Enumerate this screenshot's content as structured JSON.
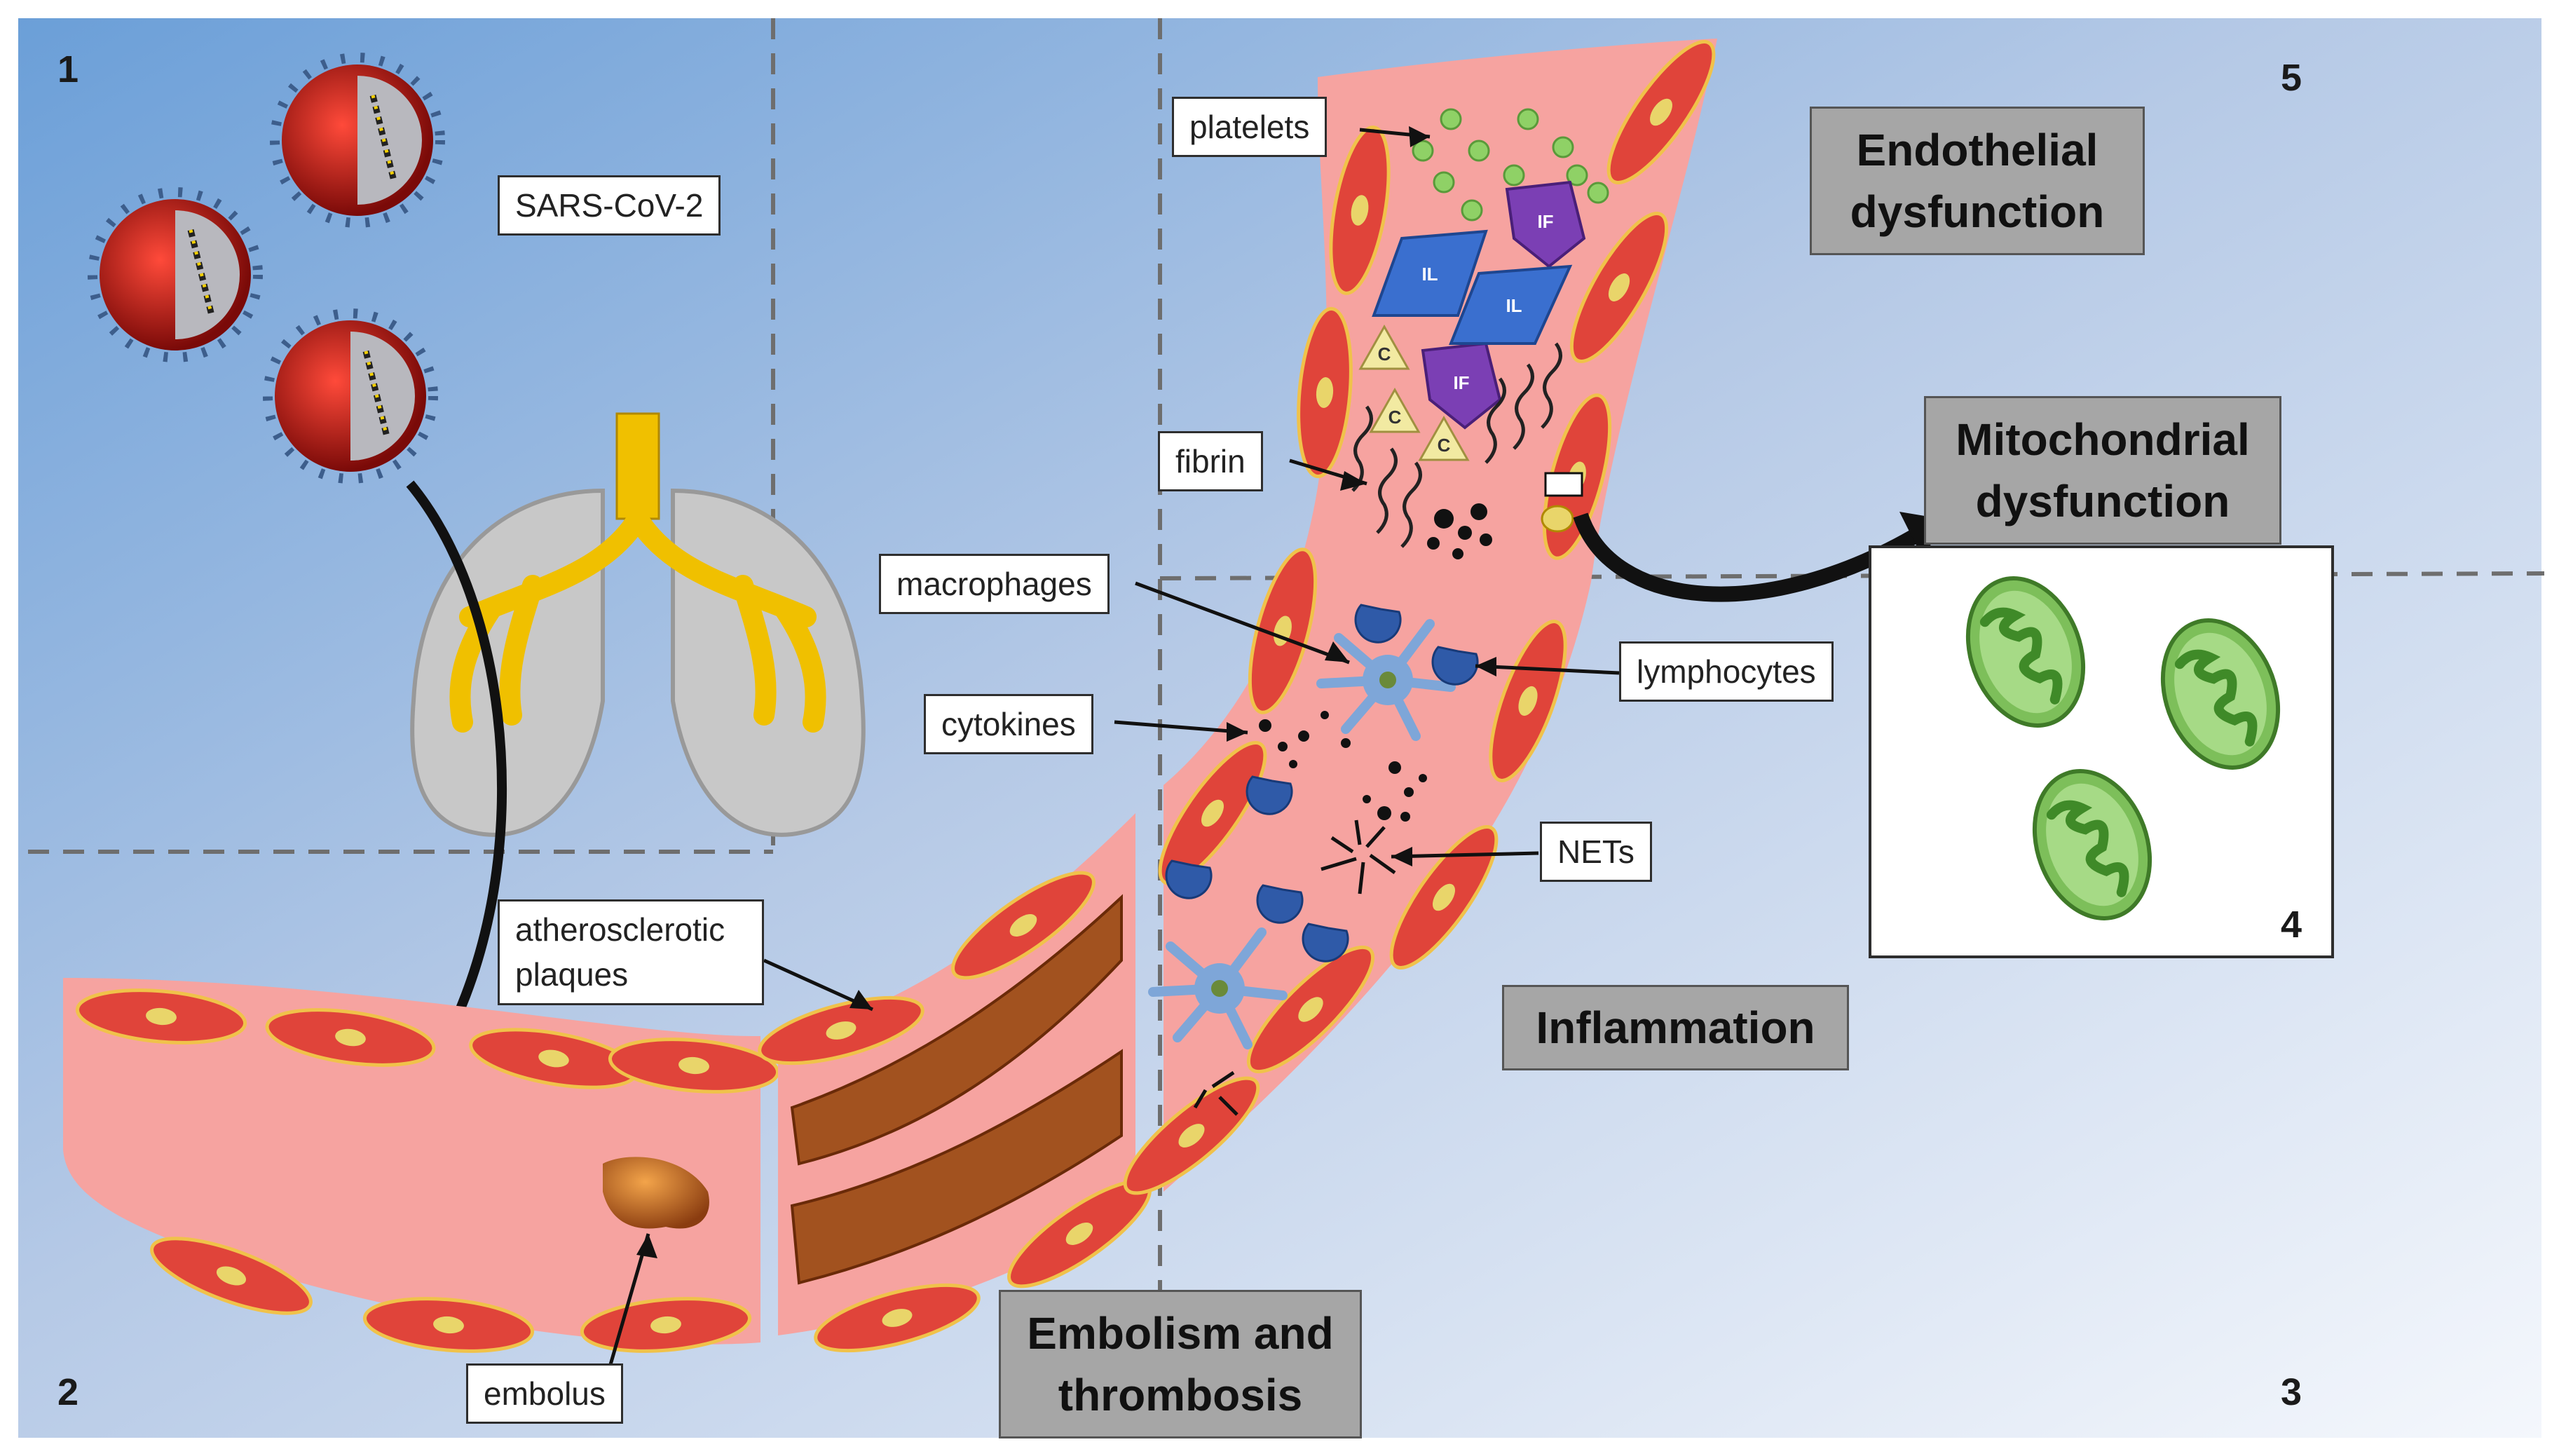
{
  "panels": {
    "n1": "1",
    "n2": "2",
    "n3": "3",
    "n4": "4",
    "n5": "5"
  },
  "labels": {
    "sars": "SARS-CoV-2",
    "platelets": "platelets",
    "fibrin": "fibrin",
    "macrophages": "macrophages",
    "cytokines": "cytokines",
    "lymphocytes": "lymphocytes",
    "nets": "NETs",
    "atherosclerotic_l1": "atherosclerotic",
    "atherosclerotic_l2": "plaques",
    "embolus": "embolus"
  },
  "titles": {
    "endothelial_l1": "Endothelial",
    "endothelial_l2": "dysfunction",
    "mito_l1": "Mitochondrial",
    "mito_l2": "dysfunction",
    "inflammation": "Inflammation",
    "embolism_l1": "Embolism and",
    "embolism_l2": "thrombosis"
  },
  "glyphs": {
    "if": "IF",
    "il": "IL",
    "c": "C"
  },
  "colors": {
    "vessel": "#f6a3a0",
    "cell": "#e0443a",
    "nucleus": "#e9d56a",
    "plaque": "#a2521f",
    "lung": "#c8c8c8",
    "bronchi": "#f0c000",
    "mitochondria": "#7dbf5a",
    "platelet": "#8fd166",
    "interleukin": "#3a6fcf",
    "interferon": "#7b3fb4",
    "lymphocyte": "#2f5aa8",
    "title_box": "#a6a6a6"
  }
}
